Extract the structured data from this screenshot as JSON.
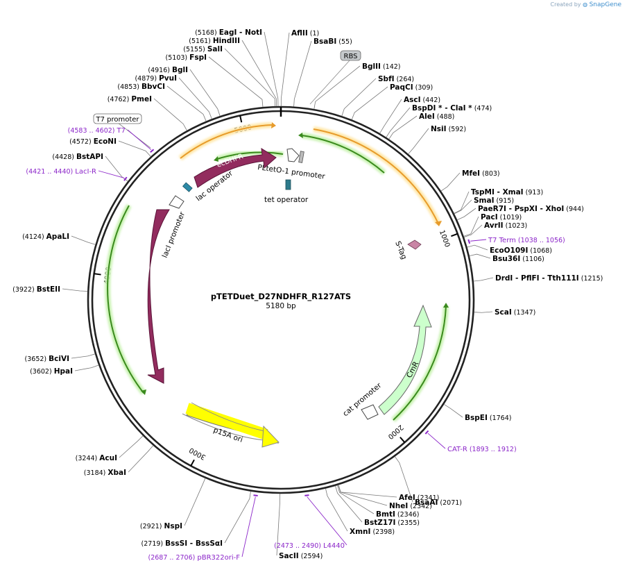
{
  "credit": {
    "prefix": "Created by",
    "brand": "SnapGene"
  },
  "plasmid": {
    "name": "pTETDuet_D27NDHFR_R127ATS",
    "size_label": "5180 bp",
    "length": 5180
  },
  "ticks": [
    {
      "bp": 1000,
      "label": "1000"
    },
    {
      "bp": 2000,
      "label": "2000"
    },
    {
      "bp": 3000,
      "label": "3000"
    },
    {
      "bp": 4000,
      "label": "4000"
    },
    {
      "bp": 5000,
      "label": "5000"
    }
  ],
  "enzymes_right": [
    {
      "bp": 1,
      "names": [
        "AflII"
      ],
      "pos": "(1)"
    },
    {
      "bp": 55,
      "names": [
        "BsaBI"
      ],
      "pos": "(55)"
    },
    {
      "bp": 142,
      "names": [
        "BglII"
      ],
      "pos": "(142)"
    },
    {
      "bp": 264,
      "names": [
        "SbfI"
      ],
      "pos": "(264)"
    },
    {
      "bp": 309,
      "names": [
        "PaqCI"
      ],
      "pos": "(309)"
    },
    {
      "bp": 442,
      "names": [
        "AscI"
      ],
      "pos": "(442)"
    },
    {
      "bp": 474,
      "names": [
        "BspDI *",
        "ClaI *"
      ],
      "pos": "(474)"
    },
    {
      "bp": 488,
      "names": [
        "AleI"
      ],
      "pos": "(488)"
    },
    {
      "bp": 592,
      "names": [
        "NsiI"
      ],
      "pos": "(592)"
    },
    {
      "bp": 803,
      "names": [
        "MfeI"
      ],
      "pos": "(803)"
    },
    {
      "bp": 913,
      "names": [
        "TspMI",
        "XmaI"
      ],
      "pos": "(913)"
    },
    {
      "bp": 915,
      "names": [
        "SmaI"
      ],
      "pos": "(915)"
    },
    {
      "bp": 944,
      "names": [
        "PaeR7I",
        "PspXI",
        "XhoI"
      ],
      "pos": "(944)"
    },
    {
      "bp": 1019,
      "names": [
        "PacI"
      ],
      "pos": "(1019)"
    },
    {
      "bp": 1023,
      "names": [
        "AvrII"
      ],
      "pos": "(1023)"
    },
    {
      "bp": 1068,
      "names": [
        "EcoO109I"
      ],
      "pos": "(1068)"
    },
    {
      "bp": 1106,
      "names": [
        "Bsu36I"
      ],
      "pos": "(1106)"
    },
    {
      "bp": 1215,
      "names": [
        "DrdI",
        "PflFI",
        "Tth111I"
      ],
      "pos": "(1215)"
    },
    {
      "bp": 1347,
      "names": [
        "ScaI"
      ],
      "pos": "(1347)"
    },
    {
      "bp": 1764,
      "names": [
        "BspEI"
      ],
      "pos": "(1764)"
    },
    {
      "bp": 2071,
      "names": [
        "BsaAI"
      ],
      "pos": "(2071)"
    },
    {
      "bp": 2341,
      "names": [
        "AfeI"
      ],
      "pos": "(2341)"
    },
    {
      "bp": 2342,
      "names": [
        "NheI"
      ],
      "pos": "(2342)"
    },
    {
      "bp": 2346,
      "names": [
        "BmtI"
      ],
      "pos": "(2346)"
    },
    {
      "bp": 2355,
      "names": [
        "BstZ17I"
      ],
      "pos": "(2355)"
    },
    {
      "bp": 2398,
      "names": [
        "XmnI"
      ],
      "pos": "(2398)"
    },
    {
      "bp": 2594,
      "names": [
        "SacII"
      ],
      "pos": "(2594)"
    }
  ],
  "enzymes_left": [
    {
      "bp": 2719,
      "names": [
        "BssSI",
        "BssSαI"
      ],
      "pos": "(2719)"
    },
    {
      "bp": 2921,
      "names": [
        "NspI"
      ],
      "pos": "(2921)"
    },
    {
      "bp": 3184,
      "names": [
        "XbaI"
      ],
      "pos": "(3184)"
    },
    {
      "bp": 3244,
      "names": [
        "AcuI"
      ],
      "pos": "(3244)"
    },
    {
      "bp": 3602,
      "names": [
        "HpaI"
      ],
      "pos": "(3602)"
    },
    {
      "bp": 3652,
      "names": [
        "BciVI"
      ],
      "pos": "(3652)"
    },
    {
      "bp": 3922,
      "names": [
        "BstEII"
      ],
      "pos": "(3922)"
    },
    {
      "bp": 4124,
      "names": [
        "ApaLI"
      ],
      "pos": "(4124)"
    },
    {
      "bp": 4428,
      "names": [
        "BstAPI"
      ],
      "pos": "(4428)"
    },
    {
      "bp": 4572,
      "names": [
        "EcoNI"
      ],
      "pos": "(4572)"
    },
    {
      "bp": 4762,
      "names": [
        "PmeI"
      ],
      "pos": "(4762)"
    },
    {
      "bp": 4853,
      "names": [
        "BbvCI"
      ],
      "pos": "(4853)"
    },
    {
      "bp": 4879,
      "names": [
        "PvuI"
      ],
      "pos": "(4879)"
    },
    {
      "bp": 4916,
      "names": [
        "BglI"
      ],
      "pos": "(4916)"
    },
    {
      "bp": 5103,
      "names": [
        "FspI"
      ],
      "pos": "(5103)"
    },
    {
      "bp": 5155,
      "names": [
        "SalI"
      ],
      "pos": "(5155)"
    },
    {
      "bp": 5161,
      "names": [
        "HindIII"
      ],
      "pos": "(5161)"
    },
    {
      "bp": 5168,
      "names": [
        "EagI",
        "NotI"
      ],
      "pos": "(5168)"
    }
  ],
  "primers": [
    {
      "bp": 1047,
      "name": "T7 Term",
      "range": "(1038 .. 1056)",
      "side": "right"
    },
    {
      "bp": 1902,
      "name": "CAT-R",
      "range": "(1893 .. 1912)",
      "side": "right"
    },
    {
      "bp": 2481,
      "name": "L4440",
      "range": "(2473 .. 2490)",
      "side": "left"
    },
    {
      "bp": 2696,
      "name": "pBR322ori-F",
      "range": "(2687 .. 2706)",
      "side": "left"
    },
    {
      "bp": 4430,
      "name": "LacI-R",
      "range": "(4421 .. 4440)",
      "side": "left"
    },
    {
      "bp": 4592,
      "name": "T7",
      "range": "(4583 .. 4602)",
      "side": "left"
    }
  ],
  "boxed_labels": [
    {
      "text": "RBS",
      "style": "grey"
    },
    {
      "text": "T7 promoter",
      "style": "white"
    }
  ],
  "features": [
    {
      "name": "ecDHFR",
      "color": "#922c5e"
    },
    {
      "name": "lacI",
      "color": "#922c5e"
    },
    {
      "name": "p15A ori",
      "color": "#ffff00"
    },
    {
      "name": "CmR",
      "color": "#ccffcc"
    },
    {
      "name": "PLtetO-1 promoter",
      "color": "#ffffff"
    },
    {
      "name": "lac operator",
      "color": "#2d8aa7"
    },
    {
      "name": "lacI promoter",
      "color": "#ffffff"
    },
    {
      "name": "tet operator",
      "color": "#2d7b8c"
    },
    {
      "name": "S-Tag",
      "color": "#c985a5"
    },
    {
      "name": "cat promoter",
      "color": "#ffffff"
    }
  ]
}
